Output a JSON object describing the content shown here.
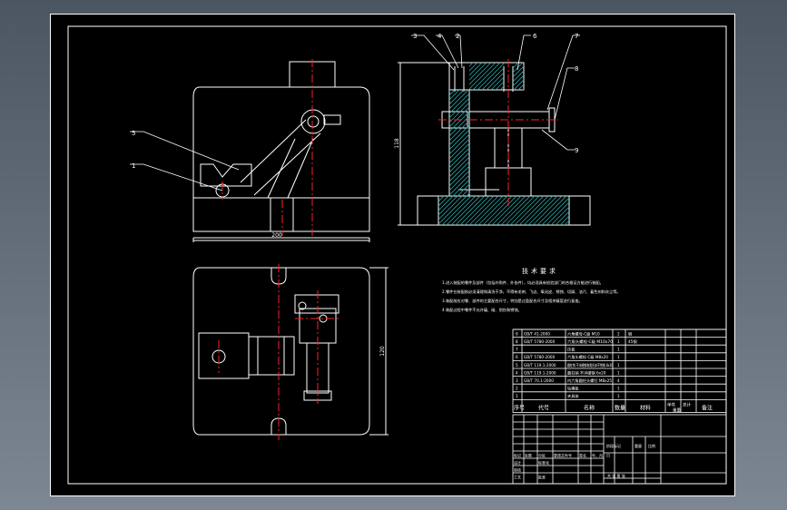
{
  "colors": {
    "background_top": "#4c5663",
    "background_bottom": "#7d8794",
    "sheet": "#000000",
    "line": "#ffffff",
    "centerline": "#ff2020",
    "hatch": "#2aa0a0",
    "leader": "#ffffff"
  },
  "callouts": [
    "1",
    "2",
    "3",
    "4",
    "5",
    "6",
    "7",
    "8",
    "9"
  ],
  "dimensions": {
    "front_width": "200",
    "side_height": "118",
    "top_height": "120"
  },
  "tech_requirements": {
    "title": "技术要求",
    "lines": [
      "1.进入装配的零件及部件（包括外购件、外协件），均必须具有检验部门的合格证方能进行装配。",
      "2.零件在装配前必须清理和清洗干净，不得有毛刺、飞边、氧化皮、锈蚀、切屑、油污、着色剂和灰尘等。",
      "3.装配前应对零、部件的主要配合尺寸，特别是过盈配合尺寸及相关精度进行复查。",
      "4.装配过程中零件不允许磕、碰、划伤和锈蚀。"
    ]
  },
  "bom": {
    "headers": [
      "序号",
      "代号",
      "名称",
      "数量",
      "材料",
      "单件",
      "总计",
      "备注"
    ],
    "weight_header": "重量",
    "rows": [
      {
        "no": "9",
        "code": "GB/T 41-2000",
        "name": "六角螺母-C级 M10",
        "qty": "2",
        "mat": "钢",
        "note": ""
      },
      {
        "no": "8",
        "code": "GB/T 5780-2000",
        "name": "六角头螺栓-C级 M10x70",
        "qty": "1",
        "mat": "45钢",
        "note": ""
      },
      {
        "no": "7",
        "code": "",
        "name": "压板",
        "qty": "1",
        "mat": "",
        "note": ""
      },
      {
        "no": "6",
        "code": "GB/T 5780-2000",
        "name": "六角头螺栓-C级 M8x20",
        "qty": "1",
        "mat": "",
        "note": ""
      },
      {
        "no": "5",
        "code": "GB/T 119.1-2000",
        "name": "圆柱销 不淬硬钢和奥氏体不锈钢 8x30",
        "qty": "1",
        "mat": "",
        "note": ""
      },
      {
        "no": "4",
        "code": "GB/T 119.1-2000",
        "name": "圆柱销 不淬硬钢 6x20",
        "qty": "1",
        "mat": "",
        "note": ""
      },
      {
        "no": "3",
        "code": "GB/T 70.1-2000",
        "name": "内六角圆柱头螺钉 M8x25",
        "qty": "4",
        "mat": "",
        "note": ""
      },
      {
        "no": "2",
        "code": "",
        "name": "钻模板",
        "qty": "1",
        "mat": "",
        "note": ""
      },
      {
        "no": "1",
        "code": "",
        "name": "夹具体",
        "qty": "1",
        "mat": "",
        "note": ""
      }
    ]
  },
  "title_block": {
    "row_labels": [
      "标记",
      "处数",
      "分区",
      "更改文件号",
      "签名",
      "年、月、日"
    ],
    "design": "设计",
    "standard": "标准化",
    "review": "审核",
    "process": "工艺",
    "approve": "批准",
    "stage_mark": "阶段标记",
    "weight": "重量",
    "scale": "比例",
    "sheet_info": "共 张 第 张"
  }
}
